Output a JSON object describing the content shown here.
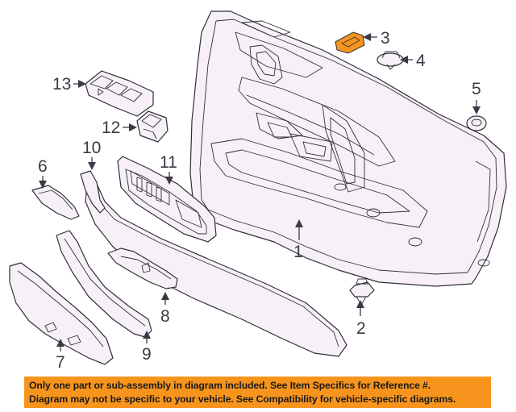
{
  "callouts": [
    "1",
    "2",
    "3",
    "4",
    "5",
    "6",
    "7",
    "8",
    "9",
    "10",
    "11",
    "12",
    "13"
  ],
  "highlight_color": "#f7941d",
  "disclaimer": {
    "line1": "Only one part or sub-assembly in diagram included. See Item Specifics for Reference #.",
    "line2": "Diagram may not be specific to your vehicle. See Compatibility for vehicle-specific diagrams."
  }
}
